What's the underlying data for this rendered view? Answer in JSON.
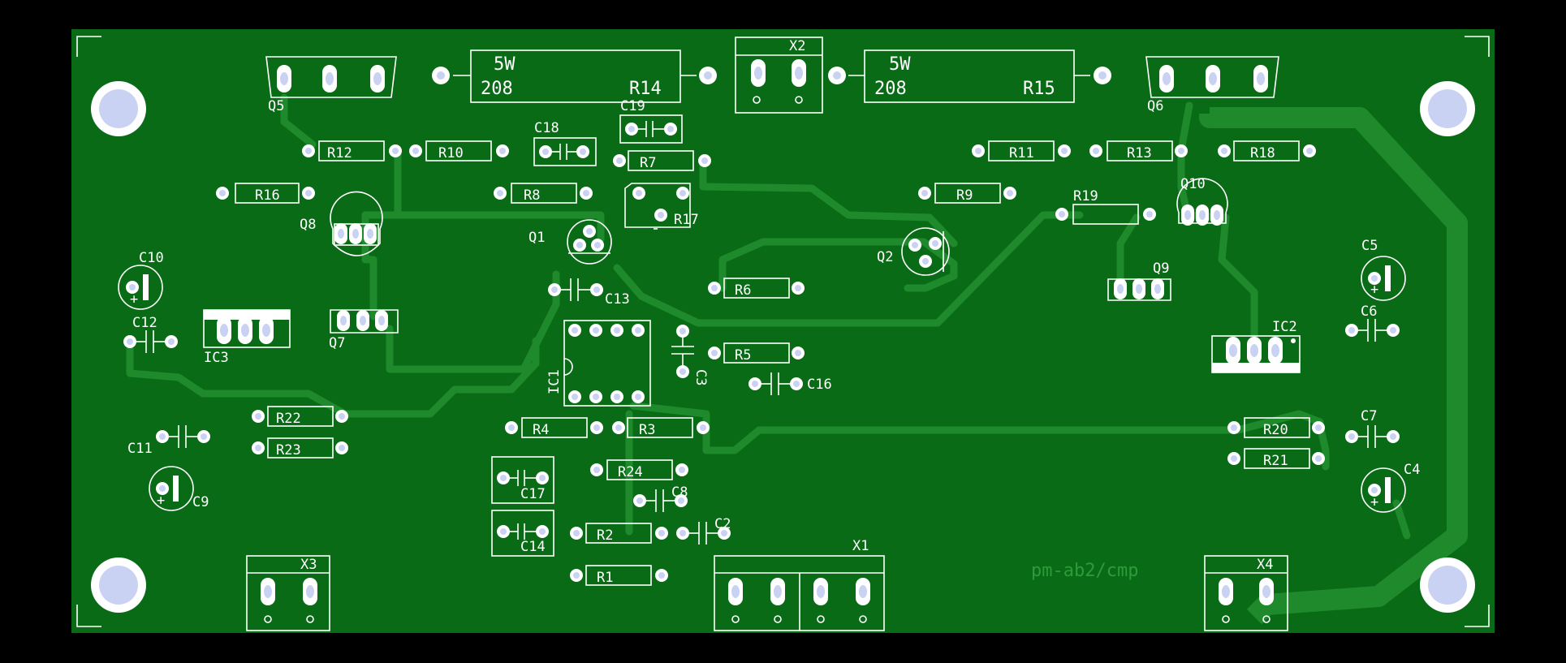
{
  "board": {
    "watermark": "pm-ab2/cmp",
    "colors": {
      "background": "#000000",
      "board": "#0a6b17",
      "trace": "#1f8a2c",
      "pad": "#ffffff",
      "hole": "#c9d2f2",
      "silkscreen": "#ffffff"
    }
  },
  "power_resistors": [
    {
      "ref": "R14",
      "rating": "5W",
      "value": "208"
    },
    {
      "ref": "R15",
      "rating": "5W",
      "value": "208"
    }
  ],
  "connectors": {
    "x1": "X1",
    "x2": "X2",
    "x3": "X3",
    "x4": "X4"
  },
  "resistors": {
    "r1": "R1",
    "r2": "R2",
    "r3": "R3",
    "r4": "R4",
    "r5": "R5",
    "r6": "R6",
    "r7": "R7",
    "r8": "R8",
    "r9": "R9",
    "r10": "R10",
    "r11": "R11",
    "r12": "R12",
    "r13": "R13",
    "r16": "R16",
    "r17": "R17",
    "r18": "R18",
    "r19": "R19",
    "r20": "R20",
    "r21": "R21",
    "r22": "R22",
    "r23": "R23",
    "r24": "R24"
  },
  "capacitors": {
    "c2": "C2",
    "c3": "C3",
    "c4": "C4",
    "c5": "C5",
    "c6": "C6",
    "c7": "C7",
    "c8": "C8",
    "c9": "C9",
    "c10": "C10",
    "c11": "C11",
    "c12": "C12",
    "c13": "C13",
    "c14": "C14",
    "c16": "C16",
    "c17": "C17",
    "c18": "C18",
    "c19": "C19"
  },
  "transistors": {
    "q1": "Q1",
    "q2": "Q2",
    "q5": "Q5",
    "q6": "Q6",
    "q7": "Q7",
    "q8": "Q8",
    "q9": "Q9",
    "q10": "Q10"
  },
  "ics": {
    "ic1": "IC1",
    "ic2": "IC2",
    "ic3": "IC3"
  },
  "polarity_marks": {
    "plus": "+"
  }
}
